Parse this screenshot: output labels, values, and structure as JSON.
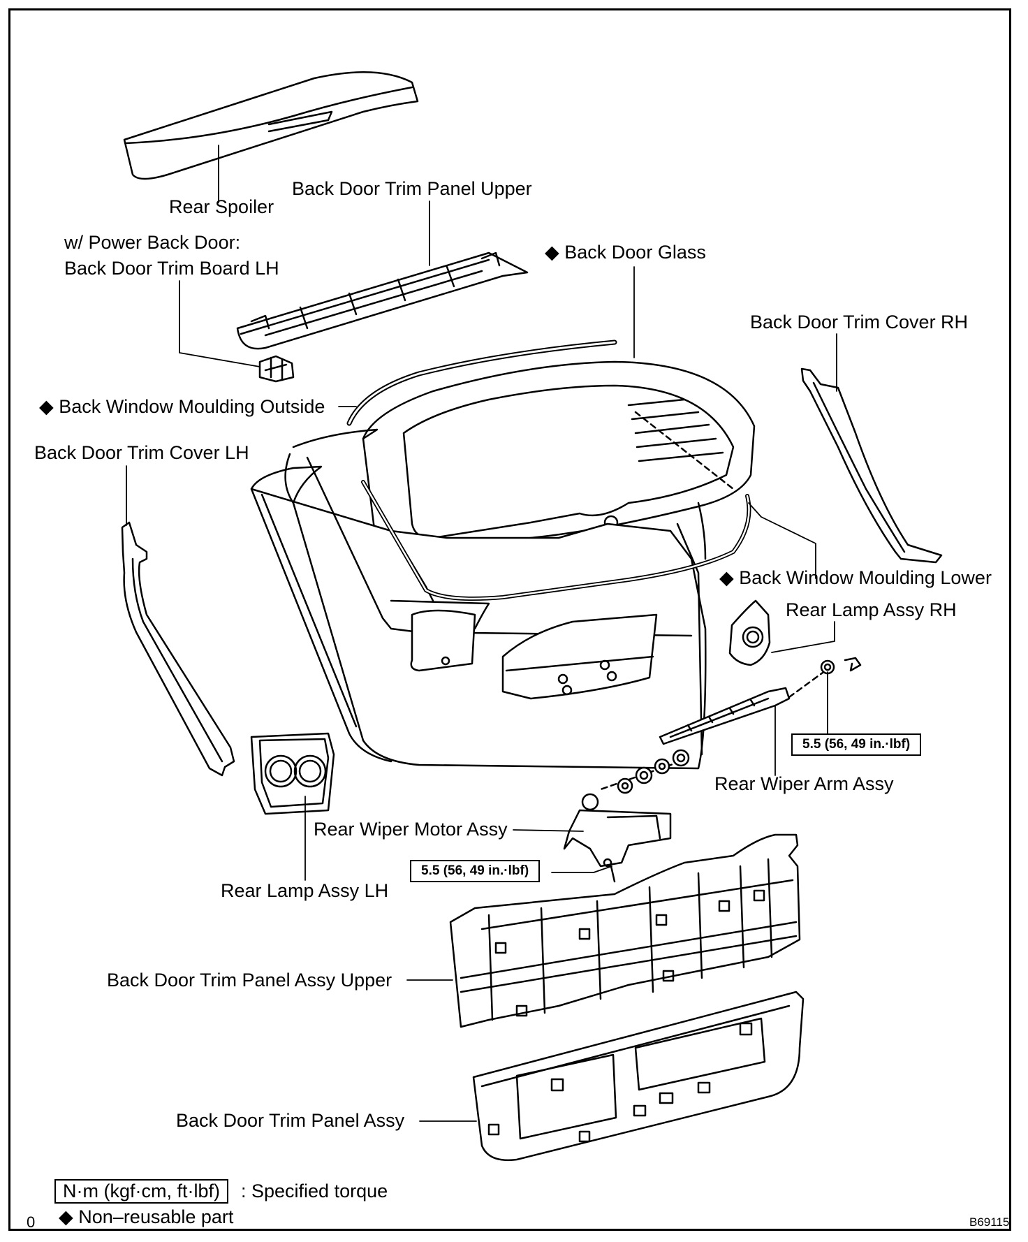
{
  "labels": {
    "rear_spoiler": "Rear Spoiler",
    "trim_panel_upper": "Back Door Trim Panel Upper",
    "power_back_door_note": "w/ Power Back Door:",
    "trim_board_lh": "Back Door Trim Board LH",
    "back_door_glass": "◆ Back Door Glass",
    "trim_cover_rh": "Back Door Trim Cover RH",
    "window_moulding_outside": "◆ Back Window Moulding Outside",
    "trim_cover_lh": "Back Door Trim Cover LH",
    "window_moulding_lower": "◆ Back Window Moulding Lower",
    "rear_lamp_rh": "Rear Lamp Assy RH",
    "rear_wiper_arm": "Rear Wiper Arm Assy",
    "rear_wiper_motor": "Rear Wiper Motor Assy",
    "rear_lamp_lh": "Rear Lamp Assy LH",
    "trim_panel_assy_upper": "Back Door Trim Panel Assy Upper",
    "trim_panel_assy": "Back Door Trim Panel Assy"
  },
  "torques": {
    "wiper_arm_nut": "5.5 (56, 49 in.·lbf)",
    "wiper_motor_bolt": "5.5 (56, 49 in.·lbf)"
  },
  "legend": {
    "torque_unit": "N·m (kgf·cm, ft·lbf)",
    "torque_desc": ": Specified torque",
    "non_reusable": "◆ Non–reusable part"
  },
  "figure_id": "B69115",
  "page_mark": "0"
}
